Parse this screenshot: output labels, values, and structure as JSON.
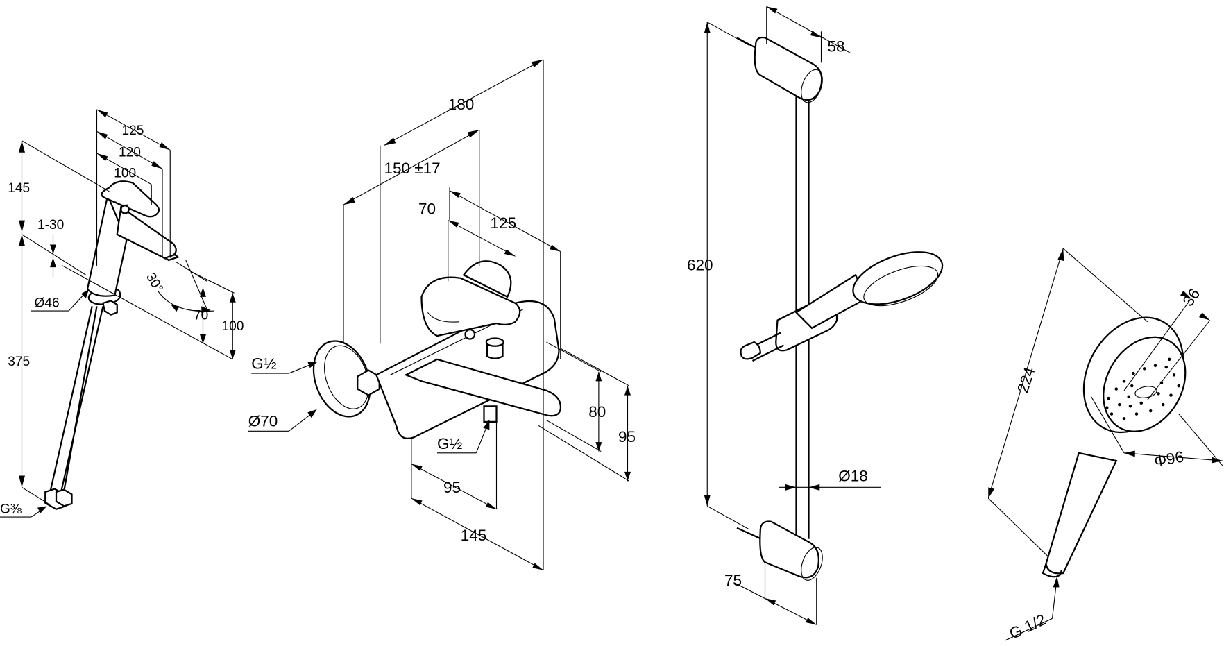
{
  "basin_mixer": {
    "dims": {
      "depth_125": "125",
      "depth_120": "120",
      "depth_100": "100",
      "height_145": "145",
      "adjust_1_30": "1-30",
      "diameter_46": "Ø46",
      "angle_30": "30°",
      "spout_70": "70",
      "spout_100": "100",
      "hose_375": "375",
      "thread_g38": "G⅜"
    }
  },
  "bath_mixer": {
    "dims": {
      "width_180": "180",
      "centers_150": "150 ±17",
      "width_70": "70",
      "width_125": "125",
      "thread_g12_inlet": "G½",
      "rosette_70": "Ø70",
      "thread_g12_outlet": "G½",
      "height_80": "80",
      "height_95": "95",
      "spout_95": "95",
      "spout_145": "145"
    }
  },
  "shower_rail": {
    "dims": {
      "bracket_58": "58",
      "length_620": "620",
      "rail_diameter_18": "Ø18",
      "bracket_75": "75"
    }
  },
  "hand_shower": {
    "dims": {
      "depth_36": "36",
      "length_224": "224",
      "diameter_96": "Φ96",
      "thread_g12": "G 1/2"
    }
  }
}
